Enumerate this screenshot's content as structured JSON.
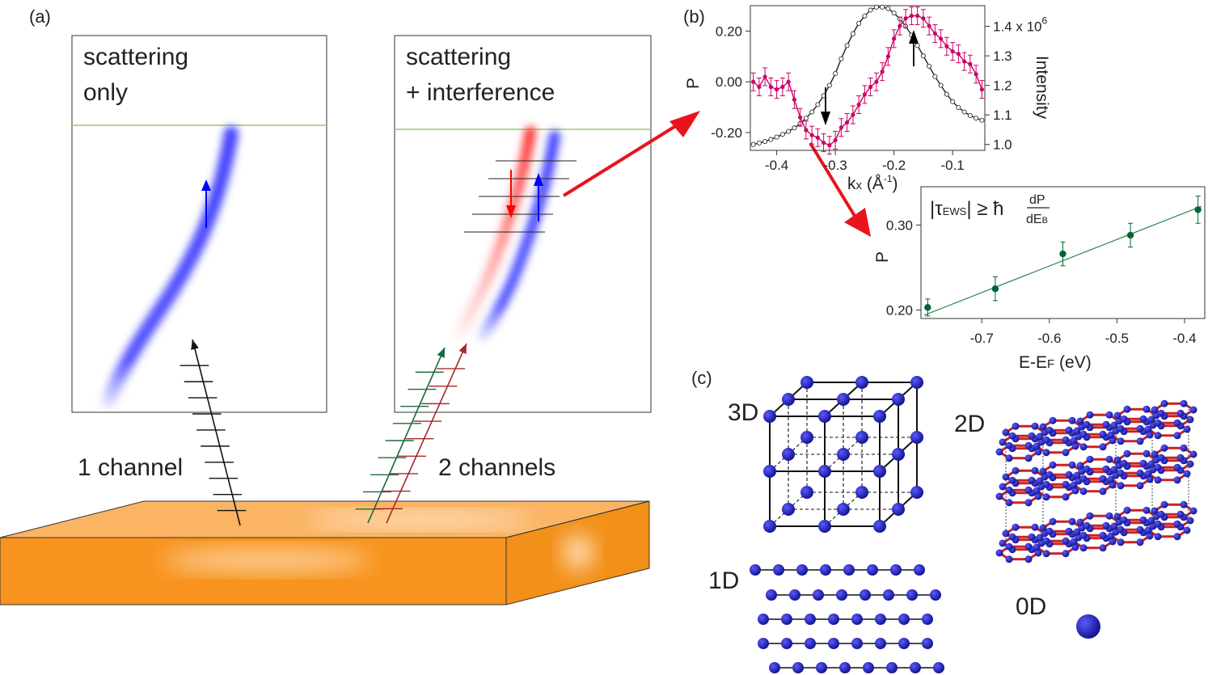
{
  "panels": {
    "a": "(a)",
    "b": "(b)",
    "c": "(c)"
  },
  "panel_a": {
    "box1_line1": "scattering",
    "box1_line2": "only",
    "box2_line1": "scattering",
    "box2_line2": "+ interference",
    "channel1": "1 channel",
    "channel2": "2 channels"
  },
  "panel_c": {
    "d3": "3D",
    "d2": "2D",
    "d1": "1D",
    "d0": "0D"
  },
  "colors": {
    "slab": "#f7931e",
    "blue_band": "#4444ff",
    "red_band": "#ff3333",
    "polarization": "#cc0066",
    "fit_green": "#006633",
    "atom_blue": "#1a1aaa",
    "bond_red": "#cc2222"
  },
  "chart_data": [
    {
      "type": "line",
      "xlabel": "kx (Å-1)",
      "ylabel": "P",
      "ylabel_right": "Intensity",
      "right_exponent": "x 10",
      "right_exponent_power": "6",
      "xlim": [
        -0.445,
        -0.045
      ],
      "ylim": [
        -0.27,
        0.3
      ],
      "ylim_right": [
        0.98,
        1.47
      ],
      "xticks": [
        "-0.4",
        "-0.3",
        "-0.2",
        "-0.1"
      ],
      "xtick_values": [
        -0.4,
        -0.3,
        -0.2,
        -0.1
      ],
      "yticks": [
        "-0.20",
        "0.00",
        "0.20"
      ],
      "ytick_values": [
        -0.2,
        0.0,
        0.2
      ],
      "yticks_right": [
        "1.0",
        "1.1",
        "1.2",
        "1.3",
        "1.4 x 10"
      ],
      "ytick_right_values": [
        1.0,
        1.1,
        1.2,
        1.3,
        1.4
      ],
      "polarization_x": [
        -0.44,
        -0.43,
        -0.42,
        -0.41,
        -0.4,
        -0.39,
        -0.38,
        -0.37,
        -0.36,
        -0.35,
        -0.34,
        -0.33,
        -0.32,
        -0.31,
        -0.3,
        -0.29,
        -0.28,
        -0.27,
        -0.26,
        -0.25,
        -0.24,
        -0.23,
        -0.22,
        -0.21,
        -0.2,
        -0.19,
        -0.18,
        -0.17,
        -0.16,
        -0.15,
        -0.14,
        -0.13,
        -0.12,
        -0.11,
        -0.1,
        -0.09,
        -0.08,
        -0.07,
        -0.06,
        -0.05
      ],
      "polarization_y": [
        0.0,
        -0.02,
        0.02,
        -0.02,
        -0.03,
        -0.02,
        0.0,
        -0.07,
        -0.14,
        -0.19,
        -0.21,
        -0.22,
        -0.24,
        -0.25,
        -0.23,
        -0.18,
        -0.16,
        -0.13,
        -0.09,
        -0.05,
        -0.02,
        0.0,
        0.04,
        0.1,
        0.17,
        0.22,
        0.25,
        0.26,
        0.26,
        0.25,
        0.22,
        0.19,
        0.17,
        0.14,
        0.12,
        0.11,
        0.08,
        0.07,
        0.03,
        -0.03
      ],
      "polarization_err": 0.035,
      "intensity_x": [
        -0.44,
        -0.43,
        -0.42,
        -0.41,
        -0.4,
        -0.39,
        -0.38,
        -0.37,
        -0.36,
        -0.35,
        -0.34,
        -0.33,
        -0.32,
        -0.31,
        -0.3,
        -0.29,
        -0.28,
        -0.27,
        -0.26,
        -0.25,
        -0.24,
        -0.23,
        -0.22,
        -0.21,
        -0.2,
        -0.19,
        -0.18,
        -0.17,
        -0.16,
        -0.15,
        -0.14,
        -0.13,
        -0.12,
        -0.11,
        -0.1,
        -0.09,
        -0.08,
        -0.07,
        -0.06,
        -0.05
      ],
      "intensity_y": [
        1.0,
        1.005,
        1.01,
        1.017,
        1.025,
        1.034,
        1.044,
        1.056,
        1.071,
        1.089,
        1.11,
        1.135,
        1.165,
        1.2,
        1.24,
        1.29,
        1.335,
        1.375,
        1.41,
        1.435,
        1.455,
        1.465,
        1.465,
        1.46,
        1.445,
        1.425,
        1.4,
        1.37,
        1.335,
        1.3,
        1.265,
        1.23,
        1.2,
        1.17,
        1.145,
        1.125,
        1.11,
        1.098,
        1.089,
        1.082
      ]
    },
    {
      "type": "scatter",
      "xlabel": "E-EF (eV)",
      "ylabel": "P",
      "formula": "|τEWS| ≥ ħ dP/dEB",
      "xlim": [
        -0.79,
        -0.37
      ],
      "ylim": [
        0.19,
        0.345
      ],
      "xticks": [
        "-0.7",
        "-0.6",
        "-0.5",
        "-0.4"
      ],
      "xtick_values": [
        -0.7,
        -0.6,
        -0.5,
        -0.4
      ],
      "yticks": [
        "0.20",
        "0.30"
      ],
      "ytick_values": [
        0.2,
        0.3
      ],
      "x": [
        -0.78,
        -0.68,
        -0.58,
        -0.48,
        -0.38
      ],
      "y": [
        0.203,
        0.225,
        0.266,
        0.288,
        0.318
      ],
      "err": [
        0.01,
        0.014,
        0.014,
        0.014,
        0.016
      ],
      "fit": [
        [
          -0.785,
          0.194
        ],
        [
          -0.375,
          0.322
        ]
      ]
    }
  ]
}
